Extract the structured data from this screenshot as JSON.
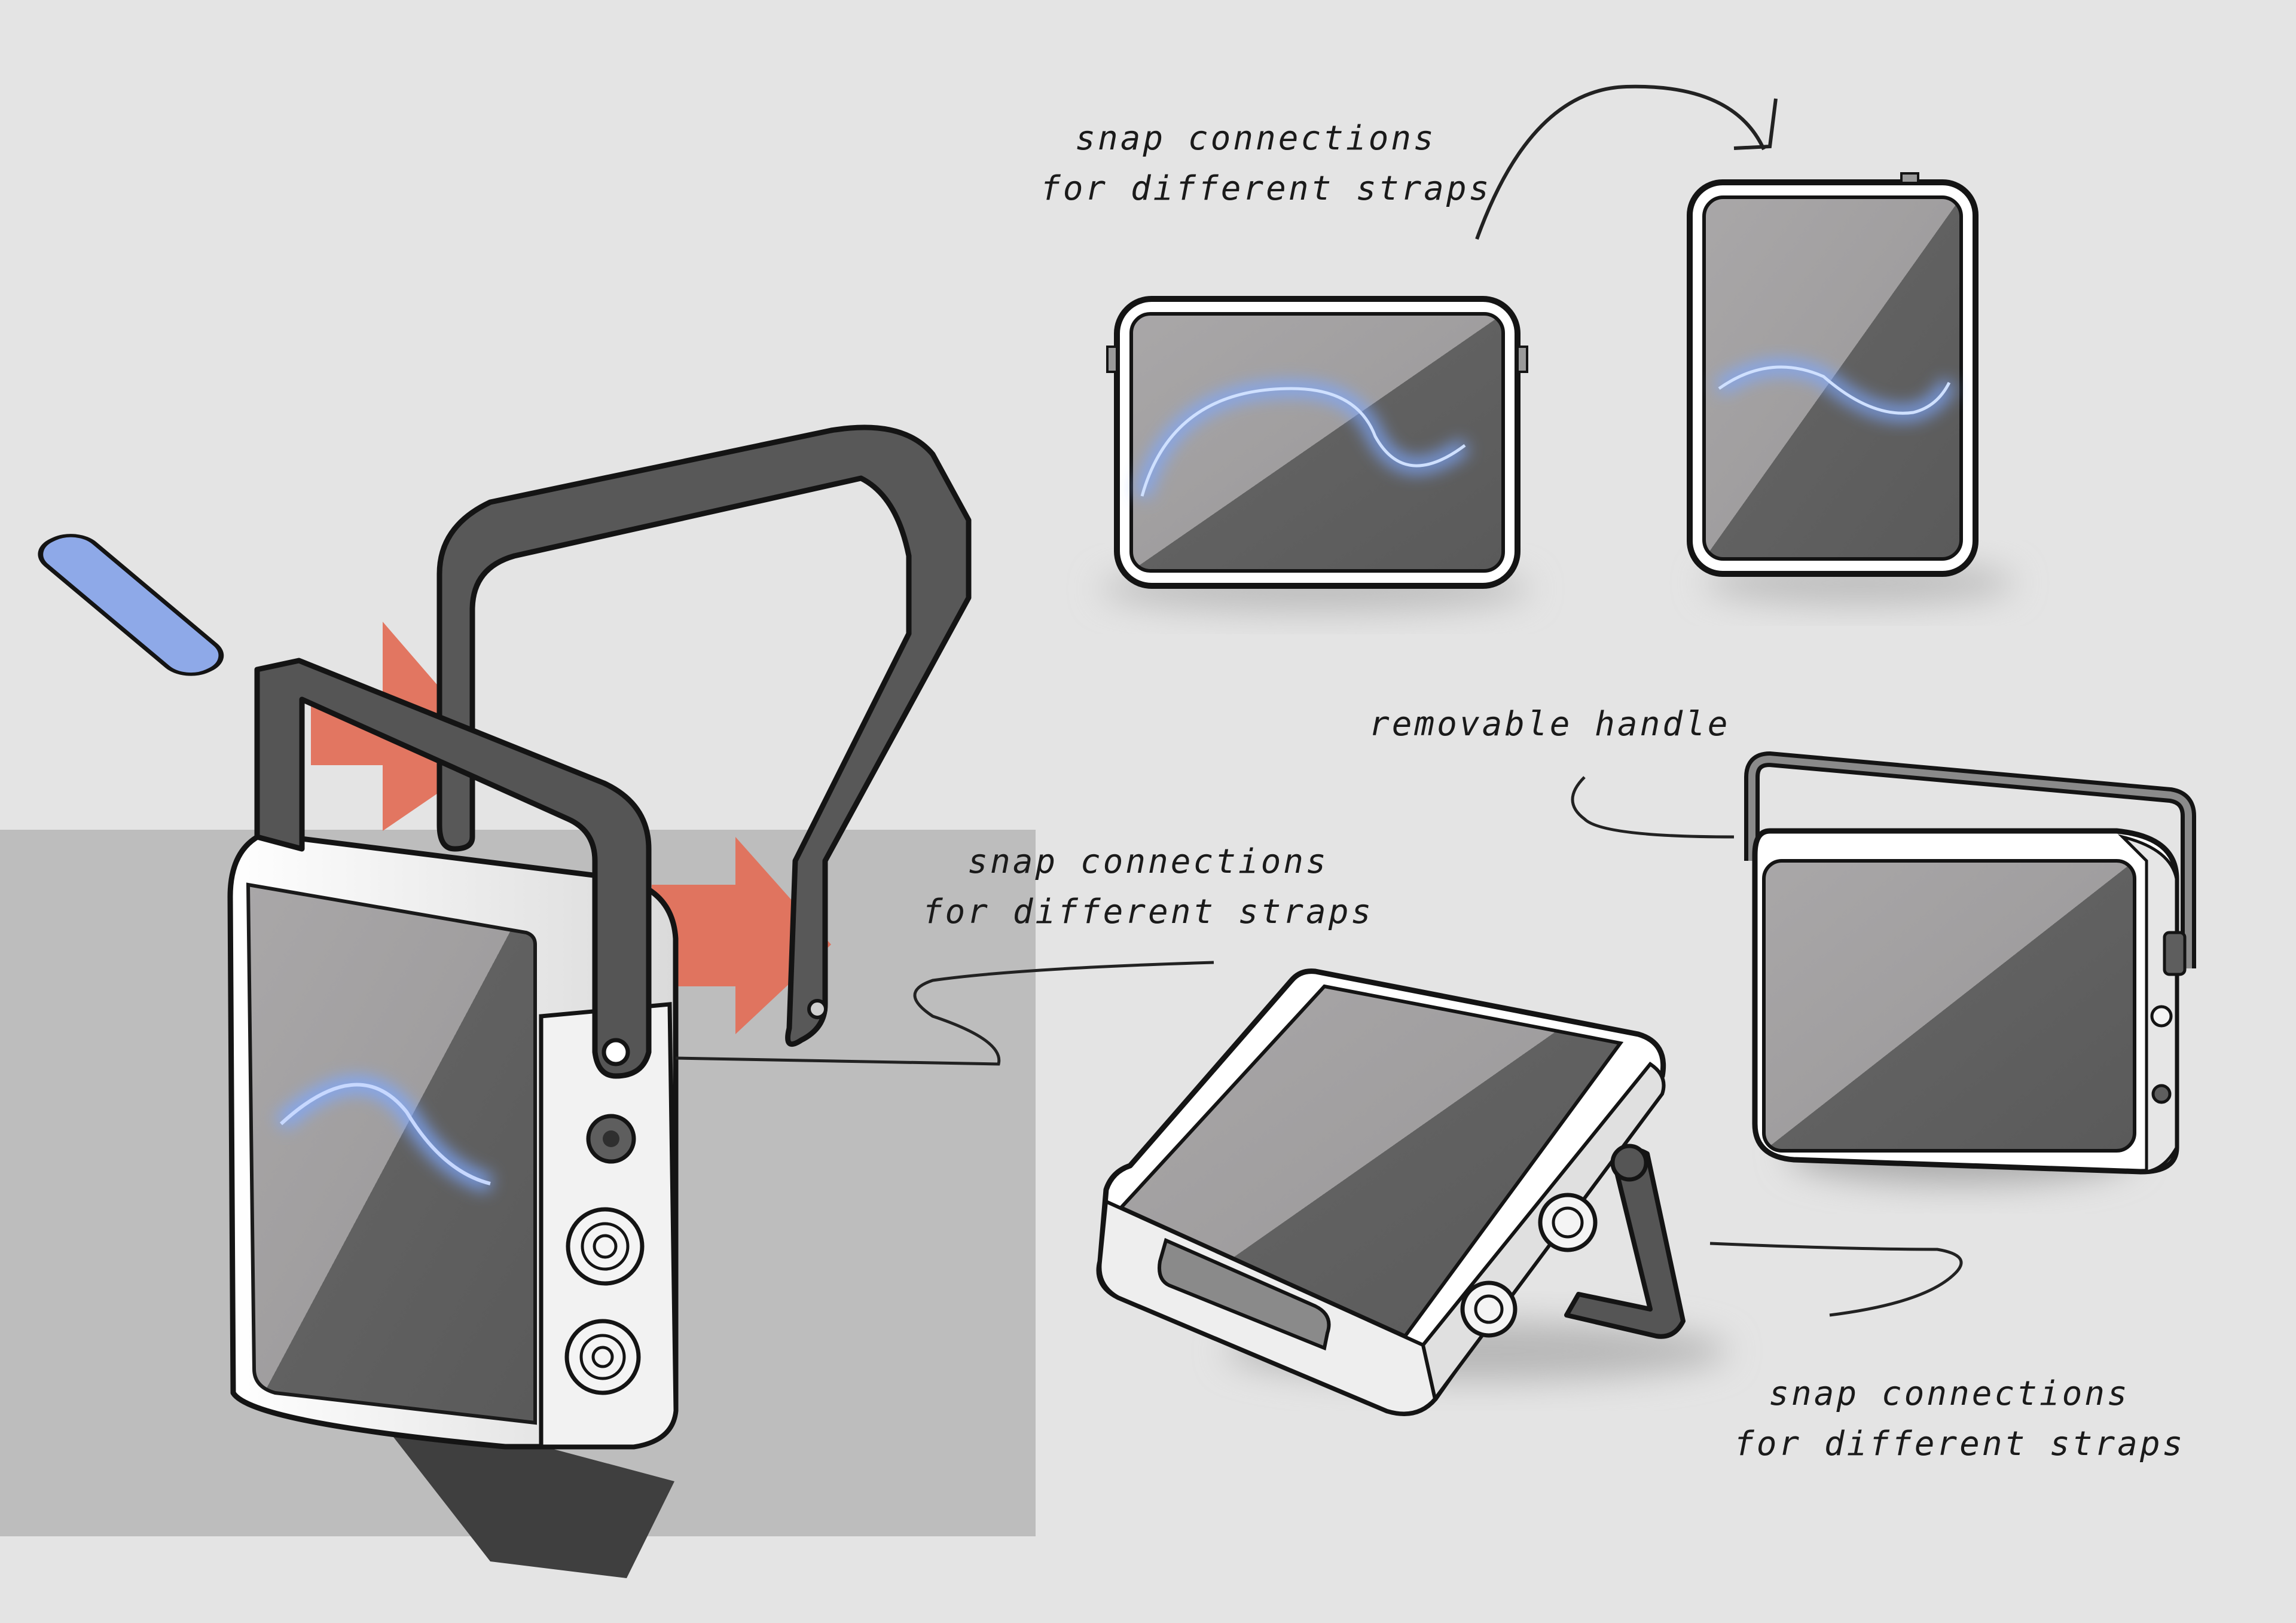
{
  "annotations": {
    "top": {
      "line1": "snap connections",
      "line2": "for different straps"
    },
    "middle": {
      "line1": "snap connections",
      "line2": "for different straps"
    },
    "handle": {
      "line1": "removable handle"
    },
    "bottom": {
      "line1": "snap connections",
      "line2": "for different straps"
    }
  },
  "colors": {
    "paper": "#e4e4e4",
    "backdrop": "#bdbdbd",
    "ink": "#1a1a1a",
    "strap": "#5a5a5a",
    "screen_light": "#9a9a9a",
    "screen_dark": "#5e5e5e",
    "arrow": "#e2705a",
    "glow": "#7da7ff"
  }
}
